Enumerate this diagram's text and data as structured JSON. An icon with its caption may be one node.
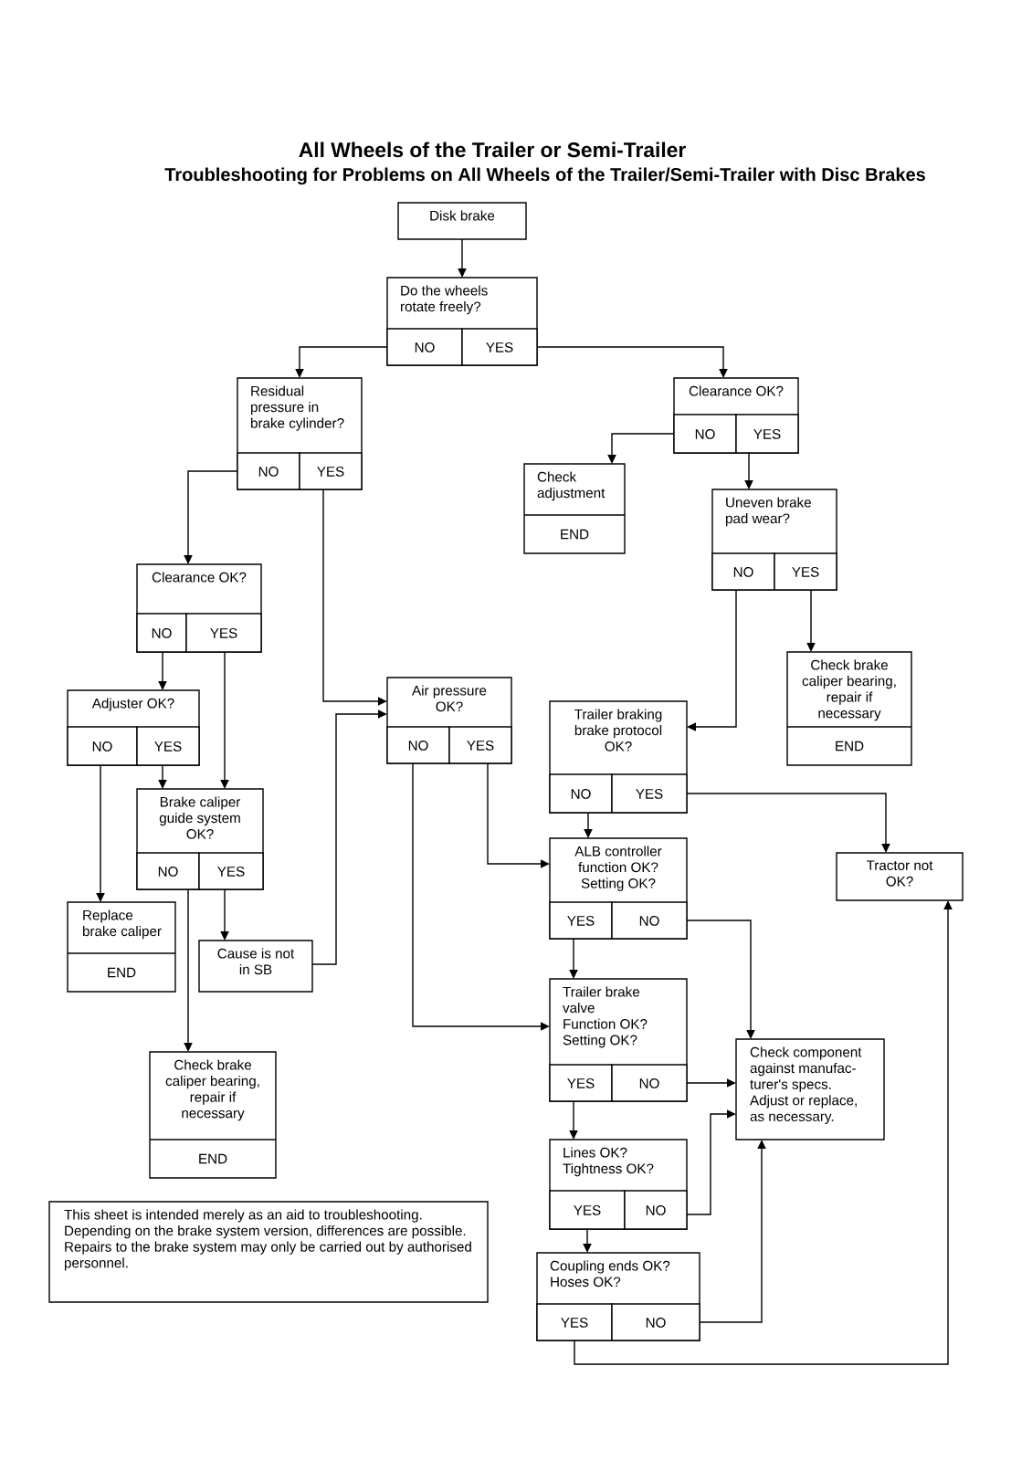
{
  "diagram": {
    "title": "All Wheels of the Trailer or Semi-Trailer",
    "nodes": [
      {
        "text": [
          "Disk brake"
        ]
      },
      {
        "text": [
          "Do the wheels rotate freely?"
        ]
      },
      {
        "text": [
          "NO"
        ],
        "in": 1
      },
      {
        "text": [
          "YES"
        ],
        "in": 1
      },
      {
        "text": [
          "Residual pressure in brake cylinder?"
        ]
      },
      {
        "text": [
          "NO"
        ],
        "in": 4
      },
      {
        "text": [
          "YES"
        ],
        "in": 4
      },
      {
        "text": [
          "Clearance OK?"
        ]
      },
      {
        "text": [
          "NO"
        ],
        "in": 7
      },
      {
        "text": [
          "YES"
        ],
        "in": 7
      },
      {
        "text": [
          "Check adjustment",
          "END"
        ]
      },
      {
        "text": [
          "Uneven brake pad wear?"
        ]
      },
      {
        "text": [
          "NO"
        ],
        "in": 11
      },
      {
        "text": [
          "YES"
        ],
        "in": 11
      },
      {
        "text": [
          "Clearance OK?"
        ]
      },
      {
        "text": [
          "NO"
        ],
        "in": 14
      },
      {
        "text": [
          "YES"
        ],
        "in": 14
      },
      {
        "text": [
          "Adjuster OK?"
        ]
      },
      {
        "text": [
          "NO"
        ],
        "in": 17
      },
      {
        "text": [
          "YES"
        ],
        "in": 17
      },
      {
        "text": [
          "Air pressure OK?"
        ]
      },
      {
        "text": [
          "NO"
        ],
        "in": 20
      },
      {
        "text": [
          "YES"
        ],
        "in": 20
      },
      {
        "text": [
          "Check brake caliper bearing, repair if necessary",
          "END"
        ]
      },
      {
        "text": [
          "Trailer braking brake protocol OK?"
        ]
      },
      {
        "text": [
          "NO"
        ],
        "in": 24
      },
      {
        "text": [
          "YES"
        ],
        "in": 24
      },
      {
        "text": [
          "Brake caliper guide system OK?"
        ]
      },
      {
        "text": [
          "NO"
        ],
        "in": 27
      },
      {
        "text": [
          "YES"
        ],
        "in": 27
      },
      {
        "text": [
          "ALB controller function OK? Setting OK?"
        ]
      },
      {
        "text": [
          "YES"
        ],
        "in": 30
      },
      {
        "text": [
          "NO"
        ],
        "in": 30
      },
      {
        "text": [
          "Tractor not OK?"
        ]
      },
      {
        "text": [
          "Replace brake caliper",
          "END"
        ]
      },
      {
        "text": [
          "Cause is not in SB"
        ]
      },
      {
        "text": [
          "Trailer brake valve Function OK? Setting OK?"
        ]
      },
      {
        "text": [
          "YES"
        ],
        "in": 36
      },
      {
        "text": [
          "NO"
        ],
        "in": 36
      },
      {
        "text": [
          "Check component against manufac- turer's specs. Adjust or replace, as necessary."
        ]
      },
      {
        "text": [
          "Check brake caliper bearing, repair if necessary",
          "END"
        ]
      },
      {
        "text": [
          "Lines OK? Tightness OK?"
        ]
      },
      {
        "text": [
          "YES"
        ],
        "in": 41
      },
      {
        "text": [
          "NO"
        ],
        "in": 41
      },
      {
        "text": [
          "This sheet is intended merely as an aid to troubleshooting. Depending on the brake system version, differences are possible. Repairs to the brake system may only be carried out by authorised personnel."
        ]
      },
      {
        "text": [
          "Coupling ends OK? Hoses OK?"
        ]
      },
      {
        "text": [
          "YES"
        ],
        "in": 45
      },
      {
        "text": [
          "NO"
        ],
        "in": 45
      }
    ],
    "edges": [
      {
        "from": 0,
        "to": 1,
        "arrow": "to"
      },
      {
        "from": 2,
        "to": 4,
        "arrow": "to"
      },
      {
        "from": 3,
        "to": 7,
        "arrow": "to"
      },
      {
        "from": 5,
        "to": 14,
        "arrow": "to"
      },
      {
        "from": 6,
        "to": 20,
        "arrow": "to"
      },
      {
        "from": 8,
        "to": 10,
        "arrow": "to"
      },
      {
        "from": 9,
        "to": 11,
        "arrow": "to"
      },
      {
        "from": 12,
        "to": 24,
        "arrow": "to"
      },
      {
        "from": 13,
        "to": 23,
        "arrow": "to"
      },
      {
        "from": 15,
        "to": 17,
        "arrow": "to"
      },
      {
        "from": 16,
        "to": 27,
        "arrow": "to"
      },
      {
        "from": 18,
        "to": 34,
        "arrow": "to"
      },
      {
        "from": 19,
        "to": 27,
        "arrow": "to"
      },
      {
        "from": 21,
        "to": 36,
        "arrow": "to"
      },
      {
        "from": 22,
        "to": 30,
        "arrow": "to"
      },
      {
        "from": 25,
        "to": 30,
        "arrow": "to"
      },
      {
        "from": 26,
        "to": 33,
        "arrow": "to"
      },
      {
        "from": 28,
        "to": 40,
        "arrow": "to"
      },
      {
        "from": 29,
        "to": 35,
        "arrow": "to"
      },
      {
        "from": 35,
        "to": 20,
        "arrow": "to"
      },
      {
        "from": 31,
        "to": 36,
        "arrow": "to"
      },
      {
        "from": 32,
        "to": 39,
        "arrow": "to"
      },
      {
        "from": 37,
        "to": 41,
        "arrow": "to"
      },
      {
        "from": 38,
        "to": 39,
        "arrow": "to"
      },
      {
        "from": 42,
        "to": 45,
        "arrow": "to"
      },
      {
        "from": 43,
        "to": 39,
        "arrow": "to"
      },
      {
        "from": 46,
        "to": 33,
        "arrow": "to"
      },
      {
        "from": 47,
        "to": 39,
        "arrow": "to"
      }
    ],
    "labels": [
      "Troubleshooting for Problems on All Wheels of the Trailer/Semi-Trailer with Disc Brakes"
    ]
  }
}
